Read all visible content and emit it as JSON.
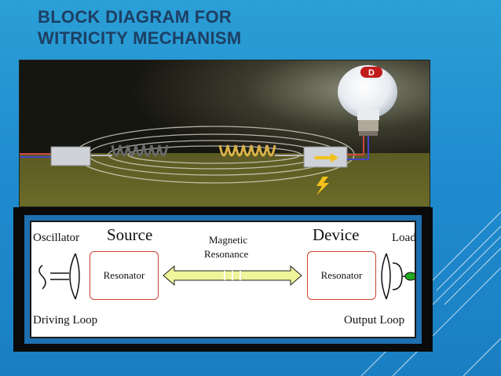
{
  "slide": {
    "title_line1": "BLOCK DIAGRAM FOR",
    "title_line2": "WITRICITY MECHANISM"
  },
  "photo": {
    "bulb_badge": "D"
  },
  "diagram": {
    "oscillator": "Oscillator",
    "source": "Source",
    "magnetic_line1": "Magnetic",
    "magnetic_line2": "Resonance",
    "device": "Device",
    "load": "Load",
    "source_resonator": "Resonator",
    "device_resonator": "Resonator",
    "driving_loop": "Driving Loop",
    "output_loop": "Output Loop"
  },
  "colors": {
    "background": "#1f8ccf",
    "title": "#1d3f63",
    "resonator_border": "#cc4433",
    "beam": "#eef59a",
    "load_led": "#22aa22"
  }
}
